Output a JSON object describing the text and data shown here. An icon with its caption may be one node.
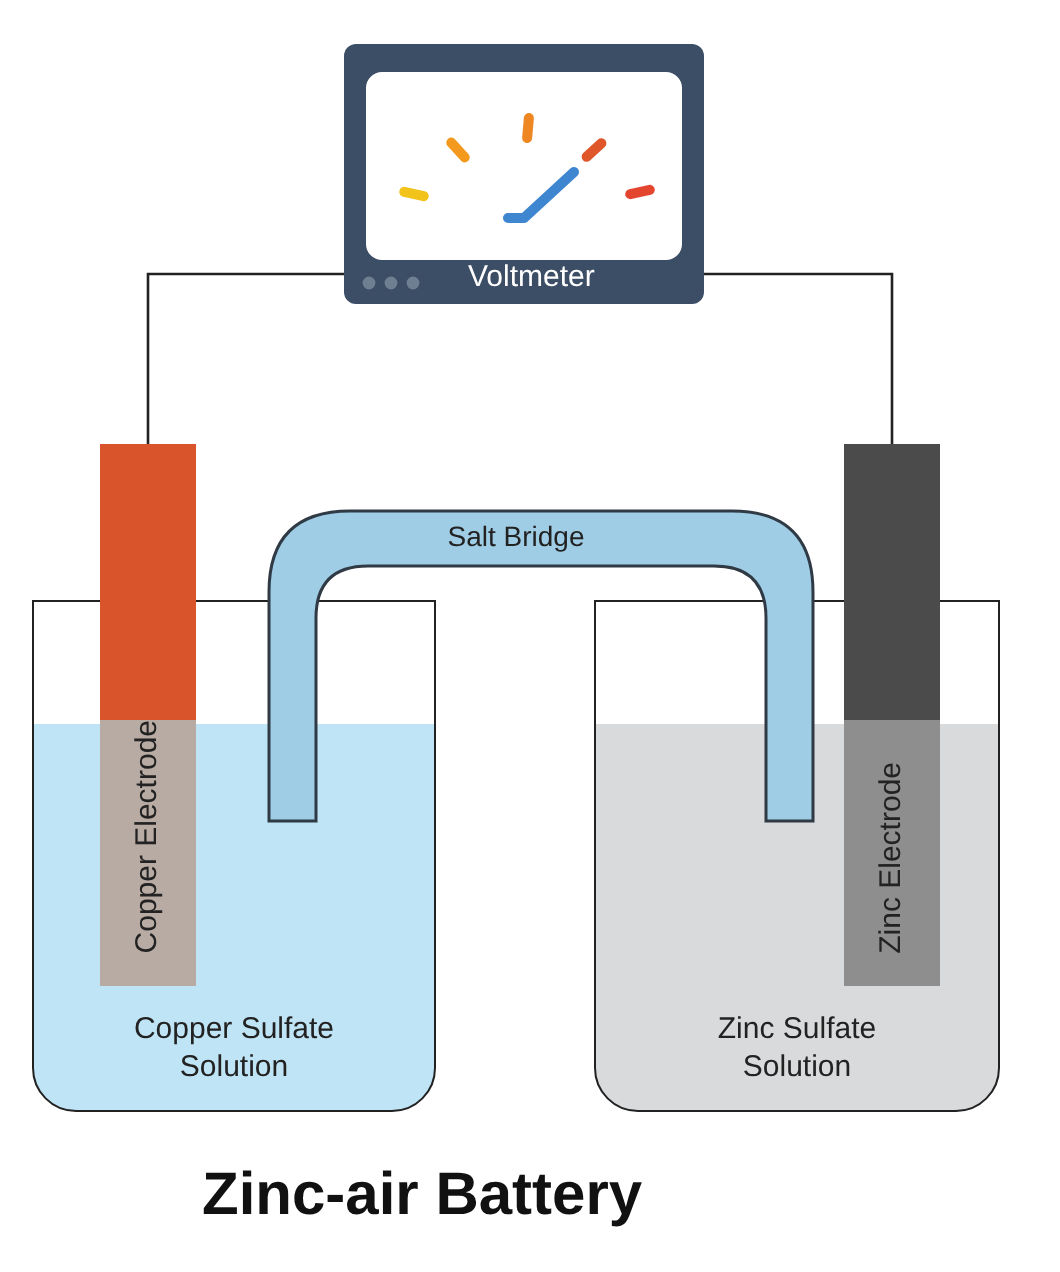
{
  "diagram": {
    "caption": "Zinc-air Battery",
    "nodes": [
      {
        "text": [
          "Voltmeter"
        ]
      },
      {
        "text": [
          "Copper Electrode"
        ]
      },
      {
        "text": [
          "Salt Bridge"
        ]
      },
      {
        "text": [
          "Zinc Electrode"
        ]
      },
      {
        "text": [
          "Copper Sulfate Solution"
        ]
      },
      {
        "text": [
          "Zinc Sulfate Solution"
        ]
      }
    ],
    "edges": [
      {
        "from": 0,
        "to": 1,
        "arrow": "none"
      },
      {
        "from": 0,
        "to": 3,
        "arrow": "none"
      }
    ]
  }
}
